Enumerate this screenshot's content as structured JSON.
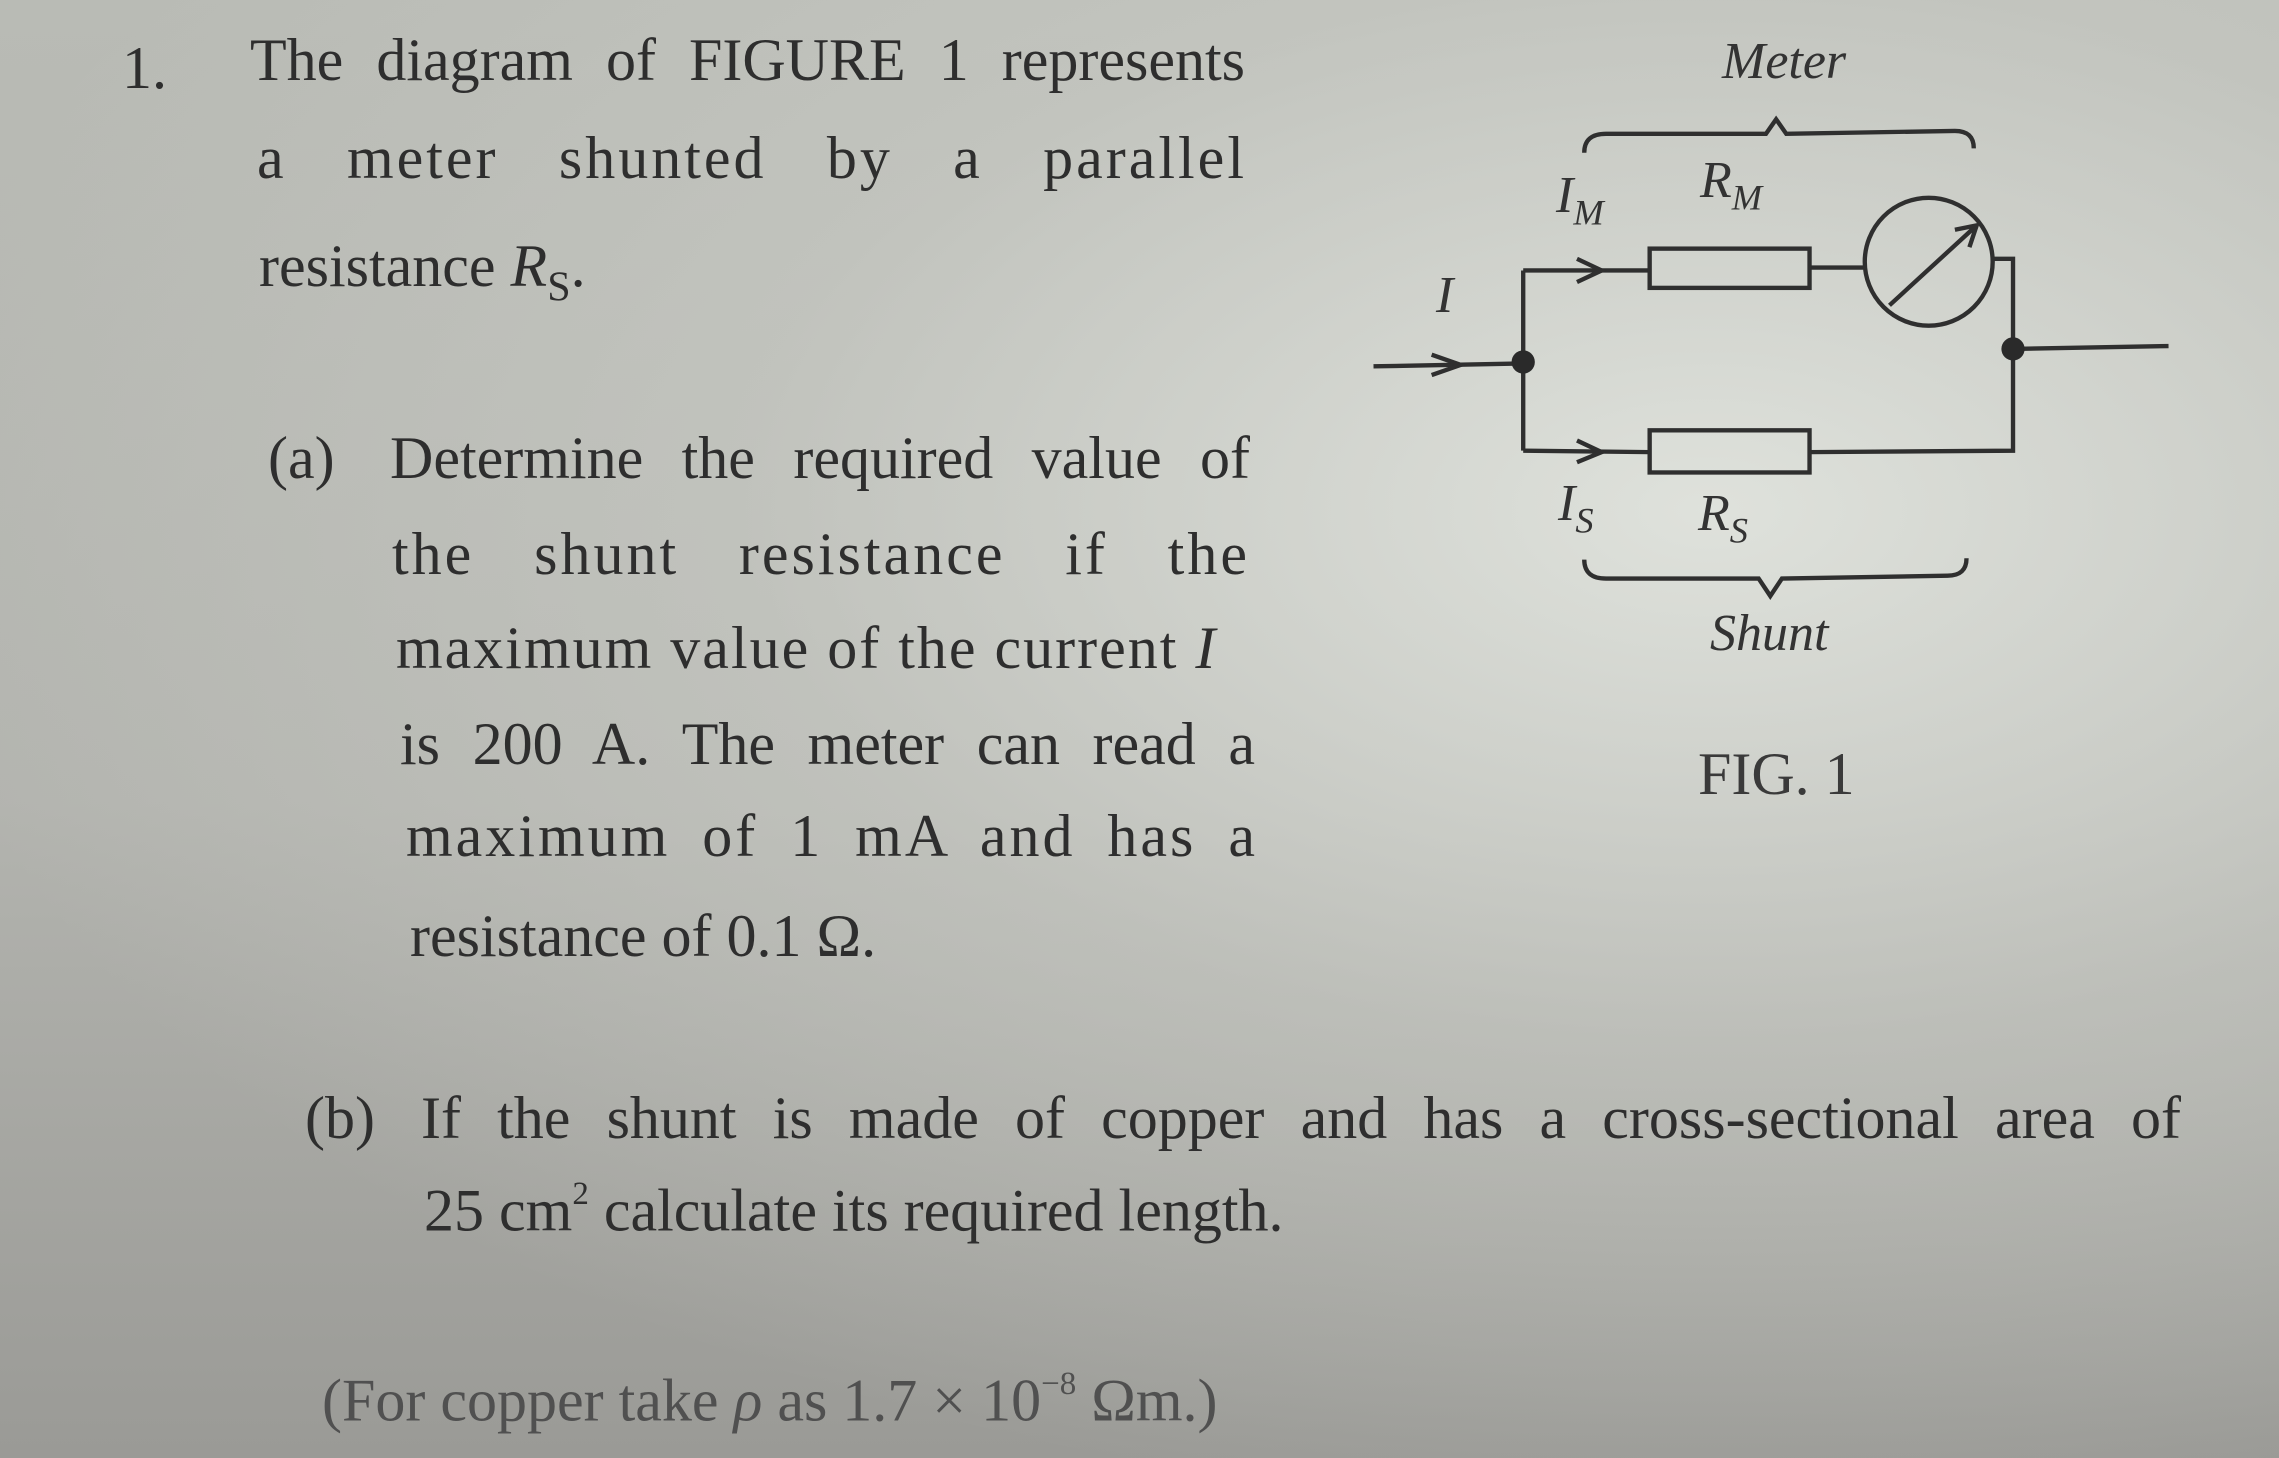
{
  "question": {
    "number": "1.",
    "intro": [
      "The diagram of FIGURE 1 represents",
      "a meter shunted by a parallel",
      "resistance "
    ],
    "intro_symbol": "R",
    "intro_symbol_sub": "S",
    "intro_end": "."
  },
  "part_a": {
    "label": "(a)",
    "lines": [
      "Determine the required value of",
      "the shunt resistance if the",
      "maximum value of the current ",
      "is 200 A. The meter can read a",
      "maximum of 1 mA and has a",
      "resistance of 0.1 Ω."
    ],
    "current_symbol": "I"
  },
  "part_b": {
    "label": "(b)",
    "line1": "If the shunt is made of copper and has a cross-sectional area of",
    "line2_value": "25 cm",
    "line2_sup": "2",
    "line2_rest": " calculate its required length."
  },
  "note": {
    "prefix": "(For copper take ",
    "symbol": "ρ",
    "mid": " as 1.7 × 10",
    "exp": "−8",
    "suffix": " Ωm.)"
  },
  "figure": {
    "meter_label": "Meter",
    "shunt_label": "Shunt",
    "caption": "FIG. 1",
    "current_total": "I",
    "current_meter": "I",
    "current_meter_sub": "M",
    "current_shunt": "I",
    "current_shunt_sub": "S",
    "res_meter": "R",
    "res_meter_sub": "M",
    "res_shunt": "R",
    "res_shunt_sub": "S"
  }
}
